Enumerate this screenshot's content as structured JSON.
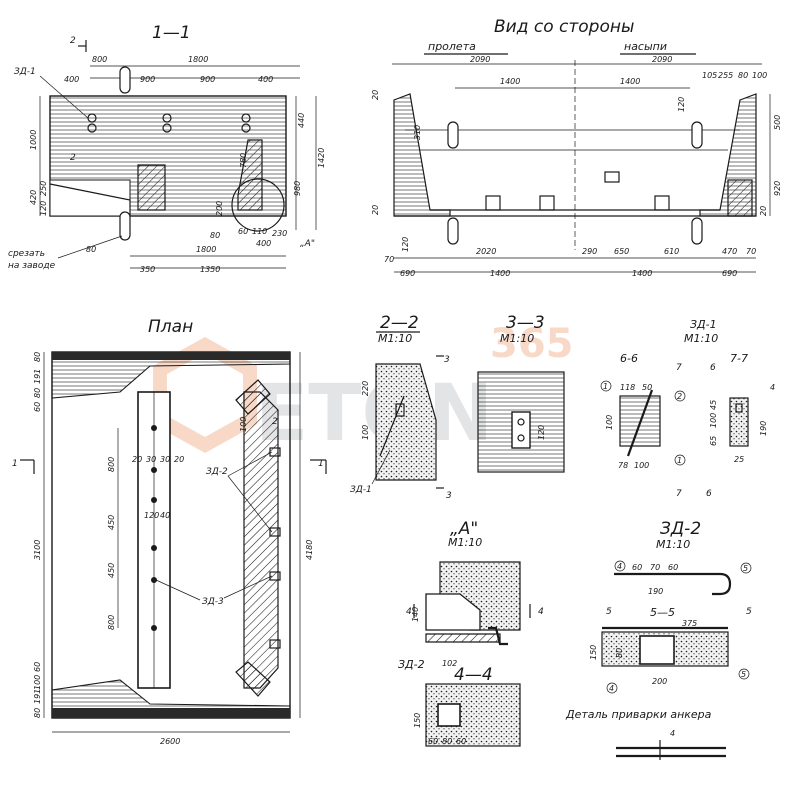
{
  "titles": {
    "section_1_1": "1—1",
    "side_view": "Вид со стороны",
    "side_left": "пролета",
    "side_right": "насыпи",
    "plan": "План",
    "section_2_2": "2—2",
    "section_3_3": "3—3",
    "zd1": "ЗД-1",
    "detail_a": "„А\"",
    "zd2": "ЗД-2",
    "section_4_4": "4—4",
    "section_5_5": "5—5",
    "section_6_6": "6-6",
    "section_7_7": "7-7",
    "anchor_weld": "Деталь приварки анкера"
  },
  "scales": {
    "m110": "М1:10"
  },
  "labels": {
    "zd1_tag": "ЗД-1",
    "zd2_tag": "ЗД-2",
    "zd3_tag": "ЗД-3",
    "cut_note_1": "срезать",
    "cut_note_2": "на заводе",
    "a_marker": "„А\"",
    "cut1": "1",
    "cut2": "2",
    "cut3": "3",
    "cut4": "4",
    "cut5": "5",
    "cut6": "6",
    "cut7": "7",
    "pos1": "1",
    "pos2": "2",
    "pos4": "4",
    "pos5": "5"
  },
  "dims_1_1": {
    "top_800": "800",
    "top_1800": "1800",
    "d400a": "400",
    "d900a": "900",
    "d900b": "900",
    "d400b": "400",
    "v1000": "1000",
    "v420": "420",
    "v120": "120",
    "v250": "250",
    "v200": "200",
    "v440": "440",
    "v1420": "1420",
    "v980": "980",
    "v780": "780",
    "v230": "230",
    "d80": "80",
    "d60": "60",
    "d110": "110",
    "b400": "400",
    "b1800": "1800",
    "b350": "350",
    "b1350": "1350"
  },
  "dims_side": {
    "t2090a": "2090",
    "t2090b": "2090",
    "t1400a": "1400",
    "t1400b": "1400",
    "r105": "105",
    "r255": "255",
    "r80": "80",
    "r100": "100",
    "v20": "20",
    "v310": "310",
    "v120": "120",
    "v500": "500",
    "v920": "920",
    "v20b": "20",
    "v20c": "20",
    "v120b": "120",
    "v70": "70",
    "b2020": "2020",
    "b290": "290",
    "b650": "650",
    "b610": "610",
    "b470": "470",
    "b70": "70",
    "b690a": "690",
    "b1400a": "1400",
    "b1400b": "1400",
    "b690b": "690"
  },
  "dims_plan": {
    "l80": "80",
    "l191": "191",
    "l80b": "80",
    "l60": "60",
    "l100": "100",
    "l60b": "60",
    "l3100": "3100",
    "l60c": "60",
    "l100b": "100",
    "l80c": "80",
    "l191b": "191",
    "l80d": "80",
    "i800": "800",
    "i450": "450",
    "i450b": "450",
    "i800b": "800",
    "i20": "20",
    "i30": "30",
    "i30b": "30",
    "i20b": "20",
    "i120": "120",
    "i40": "40",
    "r4180": "4180",
    "r100": "100",
    "b2600": "2600"
  },
  "dims_details": {
    "s22_220": "220",
    "s22_100": "100",
    "s33_120": "120",
    "s66_118": "118",
    "s66_50": "50",
    "s66_100": "100",
    "s66_78": "78",
    "s66_100b": "100",
    "s77_6": "6",
    "s77_7": "7",
    "s77_45": "45",
    "s77_100": "100",
    "s77_65": "65",
    "s77_25": "25",
    "s77_190": "190",
    "s77_4": "4",
    "a_140": "140",
    "a_102": "102",
    "z2_60": "60",
    "z2_70": "70",
    "z2_60b": "60",
    "z2_190": "190",
    "s55_375": "375",
    "s55_150": "150",
    "s55_80": "80",
    "s55_200": "200",
    "s44_150": "150",
    "s44_60": "60",
    "s44_80": "80",
    "s44_60b": "60",
    "weld_4": "4"
  },
  "watermark": {
    "brand": "ETON",
    "number": "365"
  }
}
